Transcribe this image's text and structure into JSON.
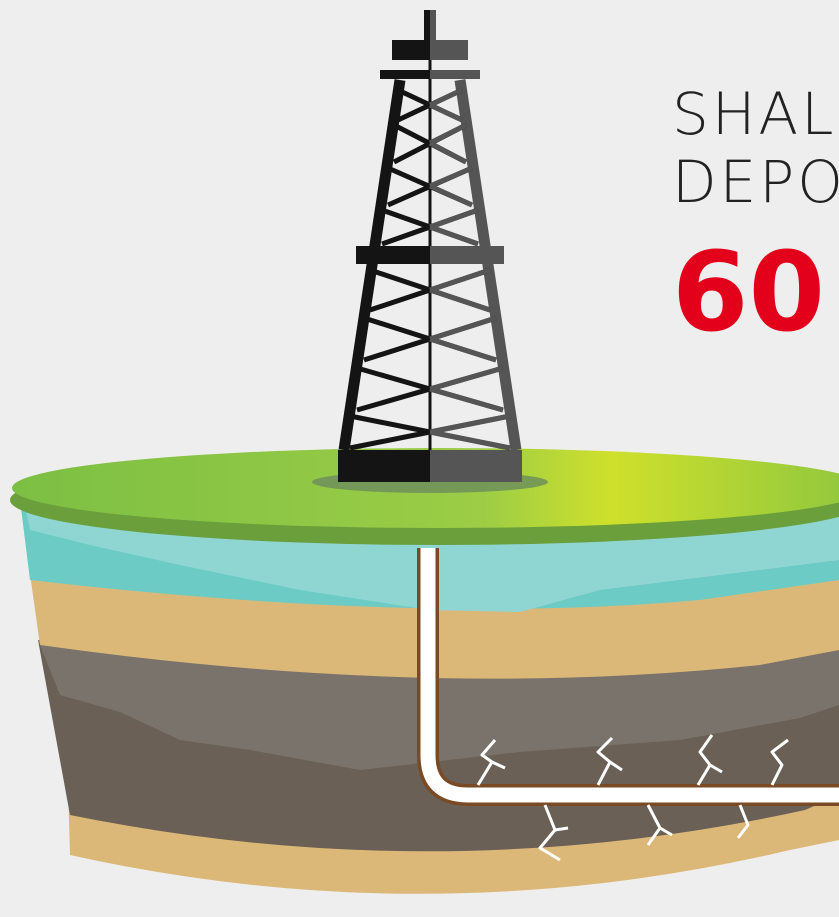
{
  "headline": {
    "line1": "SHAL",
    "line2": "DEPO",
    "figure": "60"
  },
  "colors": {
    "background": "#eeeeee",
    "figure_red": "#e3001b",
    "grass": "#8dc63f",
    "water": "#6ccbc5",
    "sand": "#dcb878",
    "shale": "#6a6055",
    "rig_dark": "#141414",
    "rig_grey": "#555555"
  }
}
